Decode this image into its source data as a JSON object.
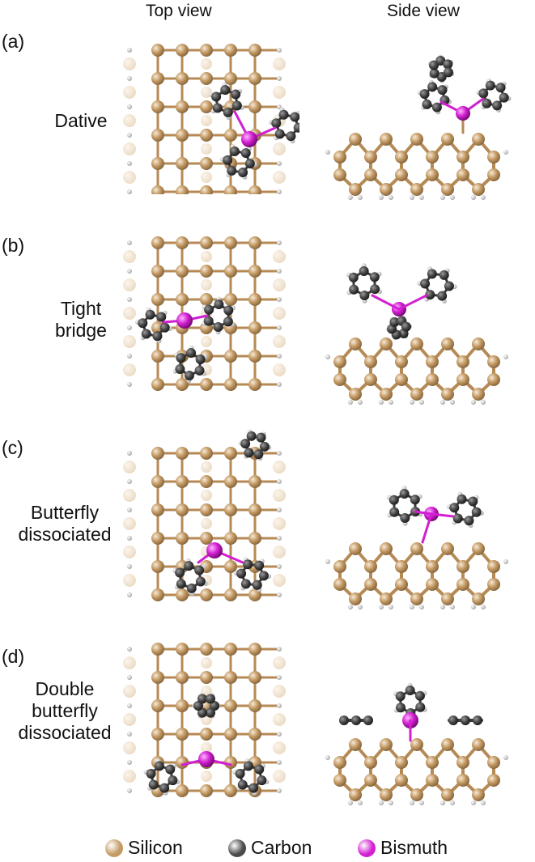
{
  "headers": {
    "top": "Top view",
    "side": "Side view"
  },
  "panels": [
    {
      "letter": "(a)",
      "name_lines": [
        "Dative"
      ]
    },
    {
      "letter": "(b)",
      "name_lines": [
        "Tight",
        "bridge"
      ]
    },
    {
      "letter": "(c)",
      "name_lines": [
        "Butterfly",
        "dissociated"
      ]
    },
    {
      "letter": "(d)",
      "name_lines": [
        "Double",
        "butterfly",
        "dissociated"
      ]
    }
  ],
  "legend": [
    {
      "label": "Silicon",
      "color": "#c49a64",
      "icon": "silicon-atom-icon"
    },
    {
      "label": "Carbon",
      "color": "#4a4a4a",
      "icon": "carbon-atom-icon"
    },
    {
      "label": "Bismuth",
      "color": "#d21fd2",
      "icon": "bismuth-atom-icon"
    }
  ],
  "colors": {
    "silicon": "#c49a64",
    "silicon_faint": "#ecdcc6",
    "carbon": "#4a4a4a",
    "bismuth": "#d21fd2",
    "hydrogen": "#e4e4e4"
  }
}
